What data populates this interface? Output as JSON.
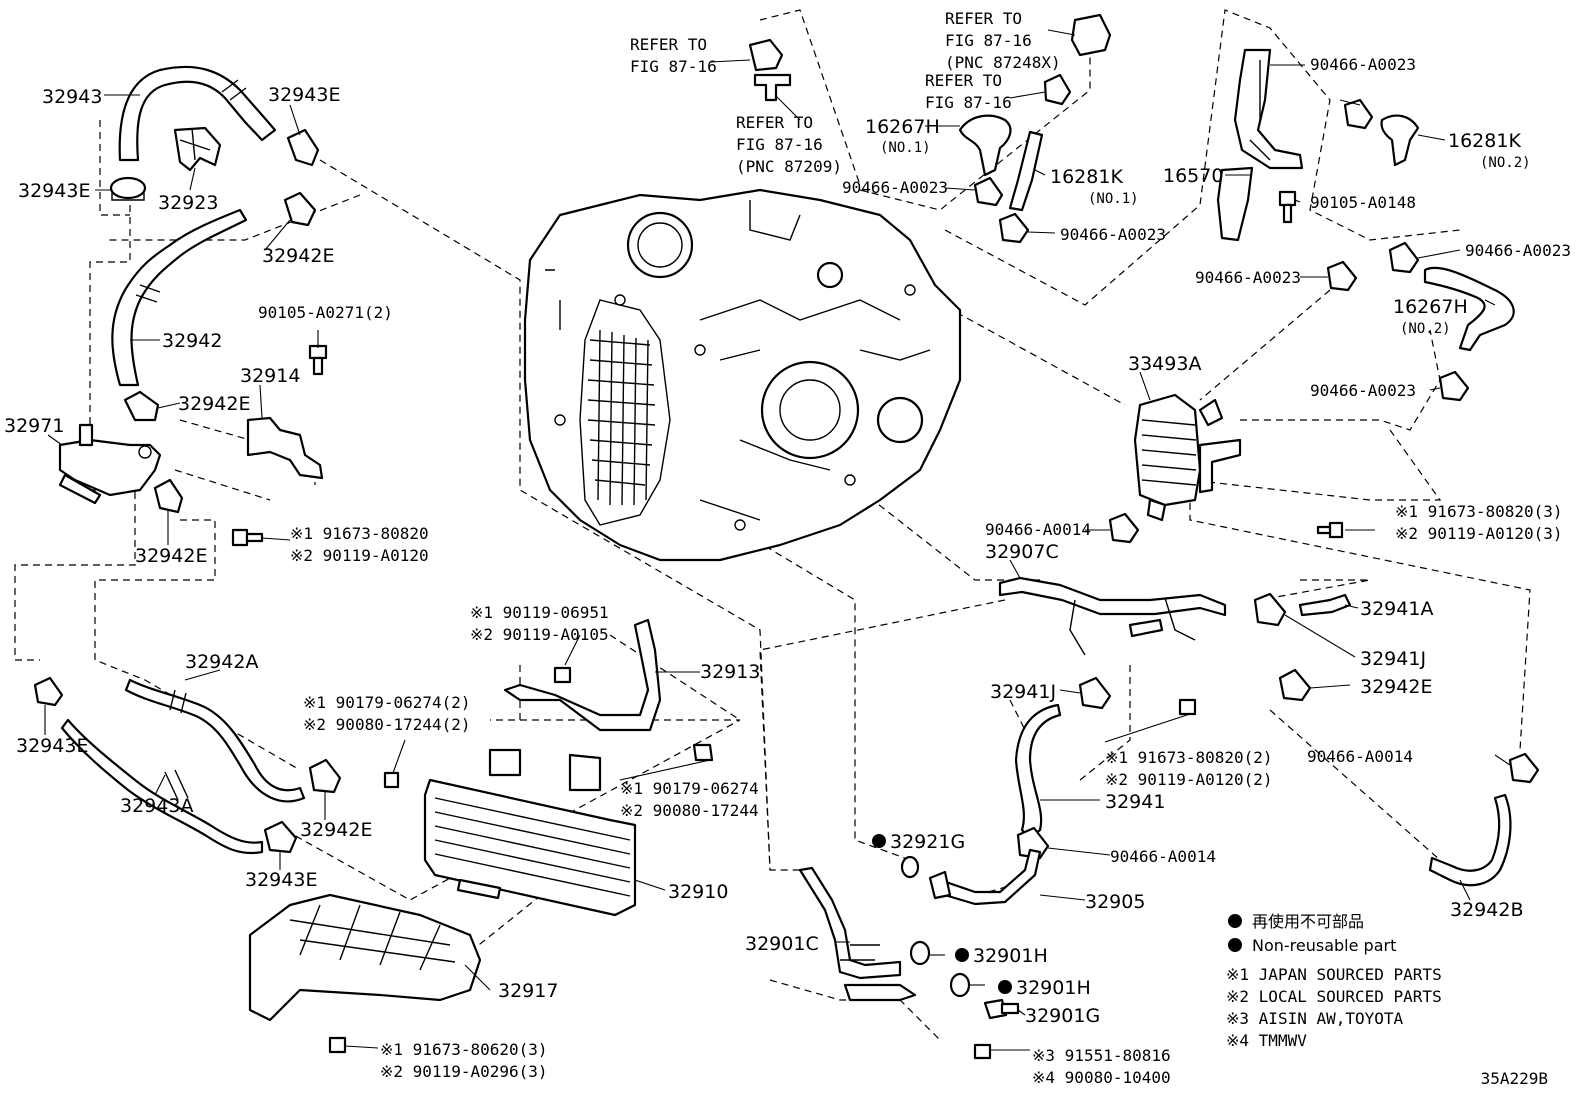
{
  "labels": {
    "l32943": "32943",
    "l32943E_a": "32943E",
    "l32943E_b": "32943E",
    "l32943E_c": "32943E",
    "l32943E_d": "32943E",
    "l32923": "32923",
    "l32942E_a": "32942E",
    "l32942E_b": "32942E",
    "l32942E_c": "32942E",
    "l32942E_d": "32942E",
    "l32942E_e": "32942E",
    "l32942": "32942",
    "l90105A0271": "90105-A0271(2)",
    "l32914": "32914",
    "l32971": "32971",
    "l32942A": "32942A",
    "l32943A": "32943A",
    "l32917": "32917",
    "l32910": "32910",
    "l32913": "32913",
    "ref1_a": "REFER TO",
    "ref1_b": "FIG 87-16",
    "ref2_a": "REFER TO",
    "ref2_b": "FIG 87-16",
    "ref2_c": "(PNC 87209)",
    "ref3_a": "REFER TO",
    "ref3_b": "FIG 87-16",
    "ref3_c": "(PNC 87248X)",
    "ref4_a": "REFER TO",
    "ref4_b": "FIG 87-16",
    "l16267H_a": "16267H",
    "l16267H_a_sub": "(NO.1)",
    "l16281K_a": "16281K",
    "l16281K_a_sub": "(NO.1)",
    "l90466A0023_a": "90466-A0023",
    "l90466A0023_b": "90466-A0023",
    "l90466A0023_c": "90466-A0023",
    "l90466A0023_d": "90466-A0023",
    "l90466A0023_e": "90466-A0023",
    "l90466A0023_f": "90466-A0023",
    "l16570": "16570",
    "l90105A0148": "90105-A0148",
    "l16281K_b": "16281K",
    "l16281K_b_sub": "(NO.2)",
    "l16267H_b": "16267H",
    "l16267H_b_sub": "(NO.2)",
    "l33493A": "33493A",
    "l90466A0014_a": "90466-A0014",
    "l90466A0014_b": "90466-A0014",
    "l90466A0014_c": "90466-A0014",
    "l32907C": "32907C",
    "l32941A": "32941A",
    "l32941J_a": "32941J",
    "l32941J_b": "32941J",
    "l32941": "32941",
    "l32905": "32905",
    "l32921G": "32921G",
    "l32901C": "32901C",
    "l32901H_a": "32901H",
    "l32901H_b": "32901H",
    "l32901G": "32901G",
    "l32942B": "32942B",
    "fig_code": "35A229B"
  },
  "notes": {
    "n_tr_1": "※1 91673-80820(3)",
    "n_tr_2": "※2 90119-A0120(3)",
    "n_left_1": "※1 91673-80820",
    "n_left_2": "※2 90119-A0120",
    "n_913_1": "※1 90119-06951",
    "n_913_2": "※2 90119-A0105",
    "n_bolt2_1": "※1 90179-06274(2)",
    "n_bolt2_2": "※2 90080-17244(2)",
    "n_nut_1": "※1 90179-06274",
    "n_nut_2": "※2 90080-17244",
    "n_mid_1": "※1 91673-80820(2)",
    "n_mid_2": "※2 90119-A0120(2)",
    "n_917_1": "※1 91673-80620(3)",
    "n_917_2": "※2 90119-A0296(3)",
    "n_bot_1": "※3 91551-80816",
    "n_bot_2": "※4 90080-10400"
  },
  "legend": {
    "nonreusable_jp": "再使用不可部品",
    "nonreusable_en": "Non-reusable part",
    "source_1": "※1 JAPAN SOURCED PARTS",
    "source_2": "※2 LOCAL SOURCED PARTS",
    "source_3": "※3 AISIN AW,TOYOTA",
    "source_4": "※4 TMMWV"
  }
}
